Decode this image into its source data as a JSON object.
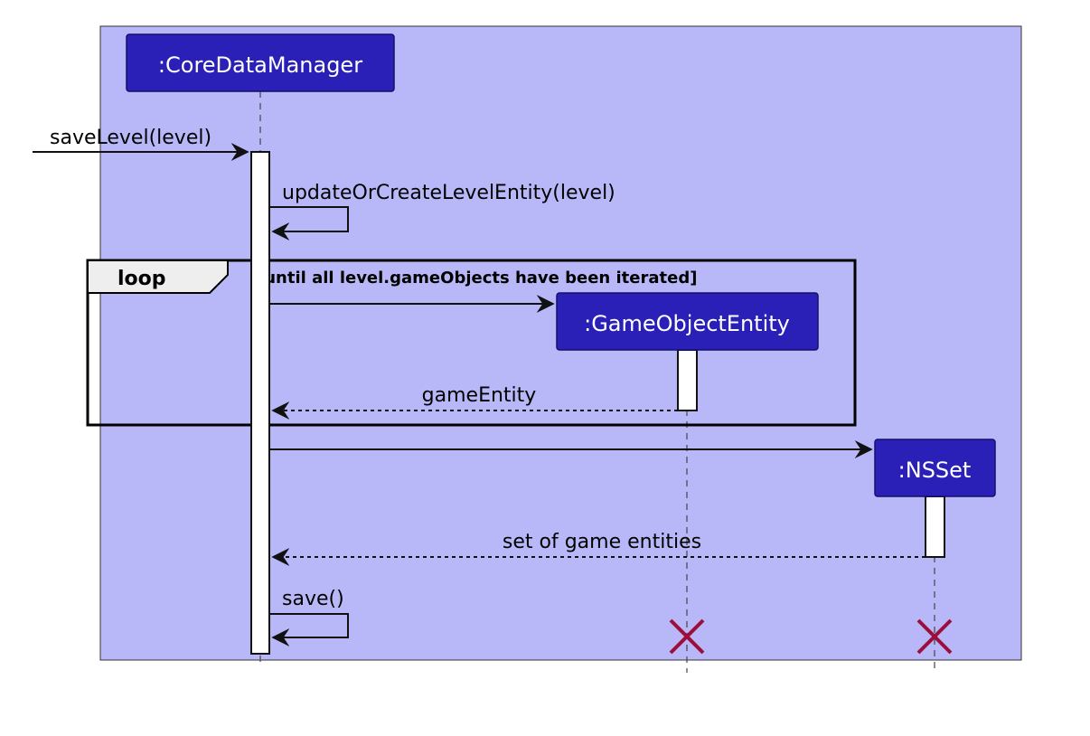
{
  "participants": {
    "core_data_manager": ":CoreDataManager",
    "game_object_entity": ":GameObjectEntity",
    "ns_set": ":NSSet"
  },
  "messages": {
    "save_level": "saveLevel(level)",
    "update_or_create": "updateOrCreateLevelEntity(level)",
    "game_entity_return": "gameEntity",
    "set_return": "set of game entities",
    "save": "save()"
  },
  "fragment": {
    "keyword": "loop",
    "guard": "[until all level.gameObjects have been iterated]"
  },
  "colors": {
    "frame_background": "#b8b8f8",
    "participant_fill": "#2a1fb6",
    "participant_text": "#ffffff",
    "activation_fill": "#ffffff",
    "destroy_mark": "#9c0f3c",
    "line": "#111111"
  }
}
